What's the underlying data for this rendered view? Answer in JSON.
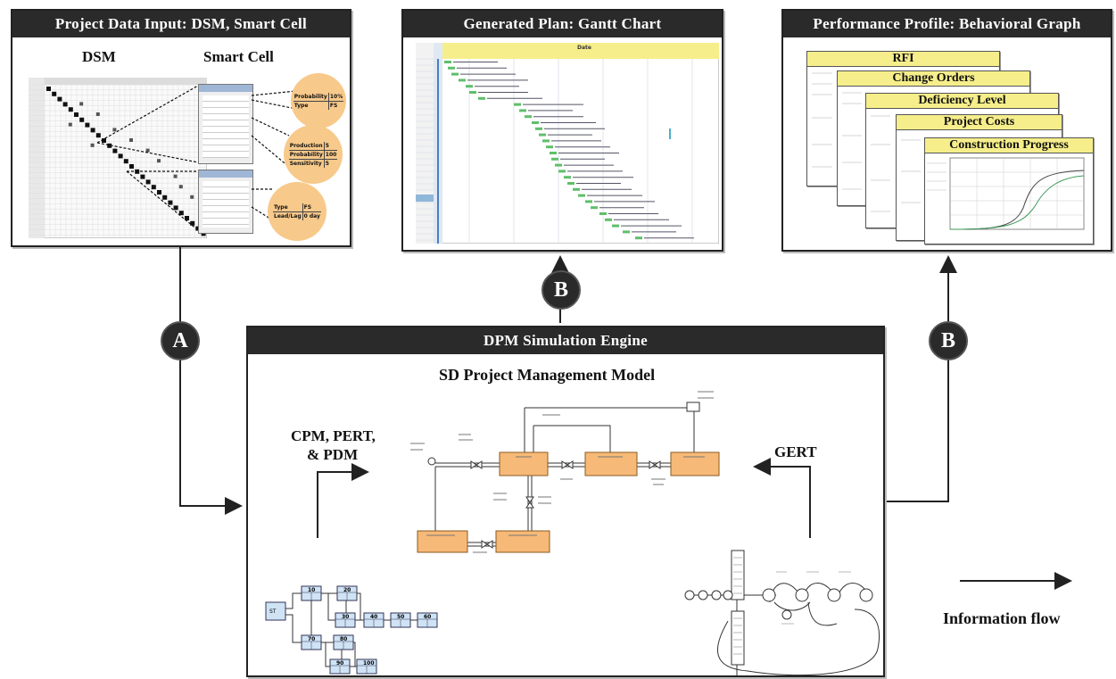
{
  "panels": {
    "input": {
      "title": "Project Data Input: DSM, Smart Cell",
      "dsm_label": "DSM",
      "smart_cell_label": "Smart Cell",
      "bubbles": [
        {
          "rows": [
            [
              "Probability",
              "10%"
            ],
            [
              "Type",
              "FS"
            ]
          ]
        },
        {
          "rows": [
            [
              "Production",
              "5"
            ],
            [
              "Probability",
              "100"
            ],
            [
              "Sensitivity",
              "5"
            ]
          ]
        },
        {
          "rows": [
            [
              "Type",
              "FS"
            ],
            [
              "Lead/Lag",
              "0 day"
            ]
          ]
        }
      ]
    },
    "gantt": {
      "title": "Generated Plan: Gantt Chart",
      "header_cell": "Date"
    },
    "performance": {
      "title": "Performance Profile: Behavioral Graph",
      "sheets": [
        "RFI",
        "Change Orders",
        "Deficiency Level",
        "Project Costs",
        "Construction Progress"
      ]
    },
    "engine": {
      "title": "DPM Simulation Engine",
      "model_title": "SD Project Management Model",
      "left_method": "CPM, PERT,",
      "left_method_2": "& PDM",
      "right_method": "GERT",
      "pdm_nodes": [
        "10",
        "20",
        "30",
        "40",
        "50",
        "60",
        "70",
        "80",
        "90",
        "100"
      ],
      "pdm_start_label": "ST"
    }
  },
  "markers": {
    "a": "A",
    "b_top": "B",
    "b_right": "B"
  },
  "legend": {
    "label": "Information flow"
  },
  "colors": {
    "title_bar": "#2a2a2a",
    "stock_box": "#f7b977",
    "bubble": "#f7c98a",
    "gantt_bar": "#5fbf6a",
    "yellow_header": "#f6ee8a",
    "pdm_node": "#cfe3f5"
  }
}
